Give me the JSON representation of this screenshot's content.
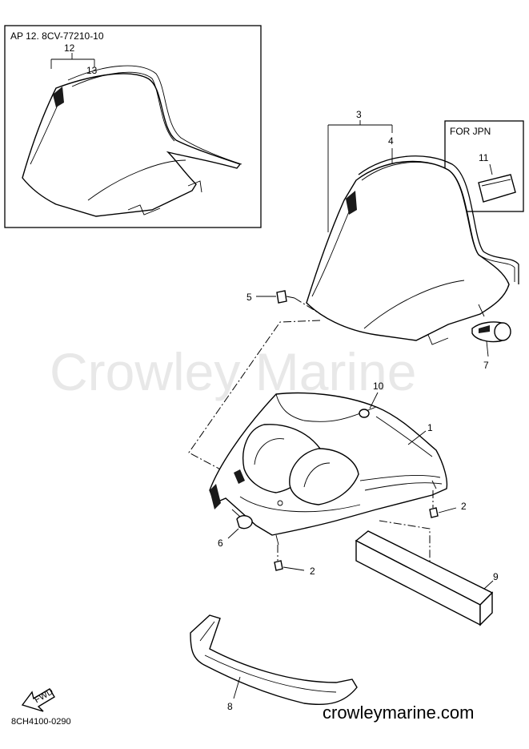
{
  "inset": {
    "title": "AP  12. 8CV-77210-10",
    "callouts": [
      "12",
      "13"
    ]
  },
  "jpn_box": {
    "title": "FOR JPN",
    "callout": "11"
  },
  "callouts": {
    "c1": "1",
    "c2a": "2",
    "c2b": "2",
    "c3": "3",
    "c4": "4",
    "c5": "5",
    "c6": "6",
    "c7": "7",
    "c8": "8",
    "c9": "9",
    "c10": "10"
  },
  "watermark": "Crowley Marine",
  "website": "crowleymarine.com",
  "diagram_code": "8CH4100-0290",
  "fwd_label": "FWD",
  "icons": [
    "fwd-arrow-icon"
  ]
}
